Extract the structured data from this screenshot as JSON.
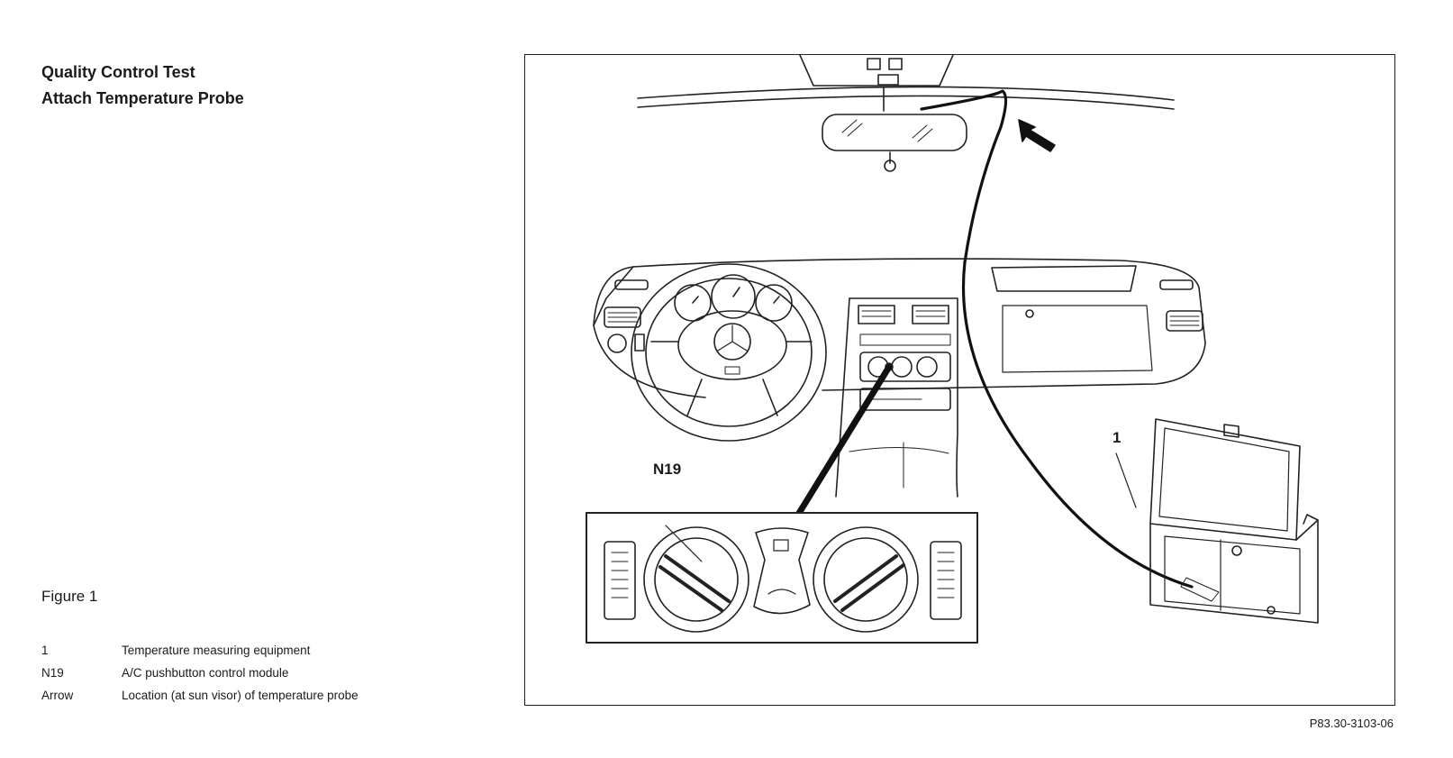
{
  "header": {
    "title_line1": "Quality Control Test",
    "title_line2": "Attach Temperature Probe"
  },
  "figure": {
    "label": "Figure 1",
    "reference_code": "P83.30-3103-06",
    "callouts": {
      "equipment": "1",
      "module": "N19"
    }
  },
  "legend": [
    {
      "key": "1",
      "description": "Temperature measuring equipment"
    },
    {
      "key": "N19",
      "description": "A/C pushbutton control module"
    },
    {
      "key": "Arrow",
      "description": "Location (at sun visor) of temperature probe"
    }
  ]
}
